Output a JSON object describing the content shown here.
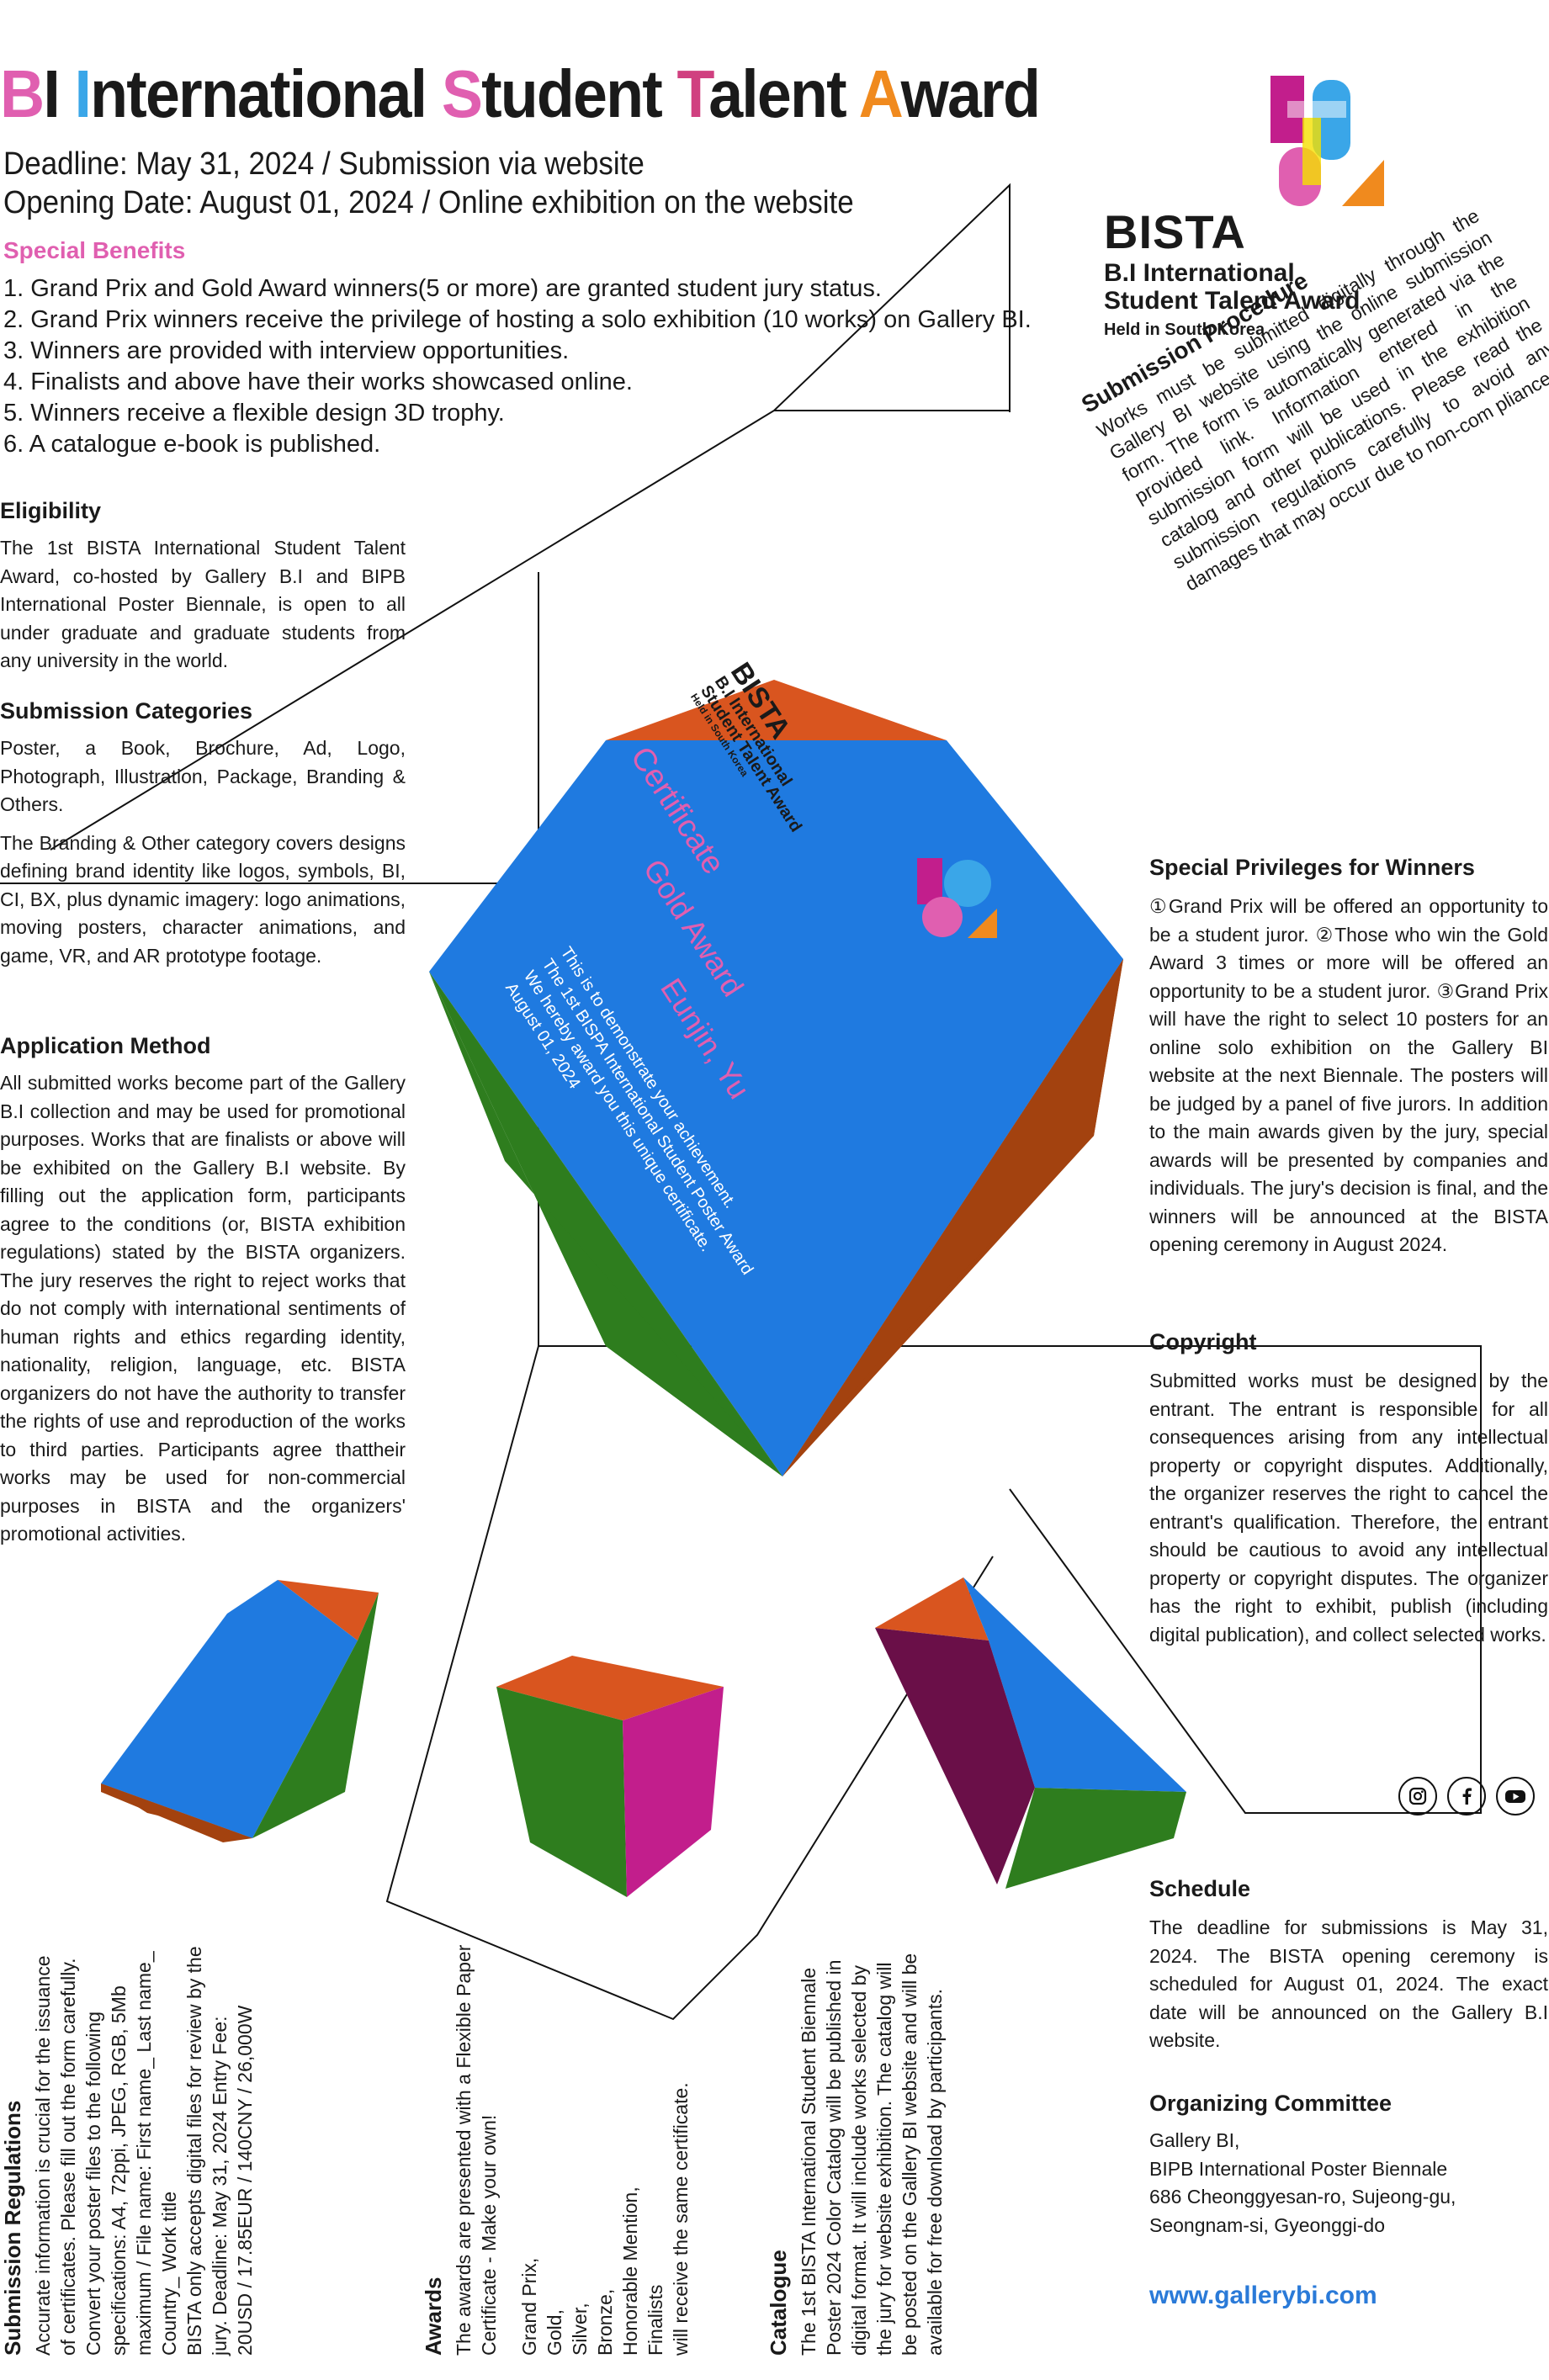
{
  "header": {
    "title_parts": [
      "B",
      "I ",
      "I",
      "nternational ",
      "S",
      "tudent ",
      "T",
      "alent ",
      "A",
      "ward"
    ],
    "deadline": "Deadline: May 31, 2024 / Submission via website",
    "opening": "Opening Date: August 01, 2024 / Online exhibition on the website"
  },
  "colors": {
    "blue": "#1f7ae0",
    "orange": "#d9551f",
    "green": "#2e7d1e",
    "magenta": "#c21e8c",
    "pink": "#e05fb0",
    "cyan": "#3aa6e8",
    "orange_letter": "#f08a1e",
    "link": "#2a7ad8"
  },
  "logo": {
    "name": "BISTA",
    "line1": "B.I International",
    "line2": "Student Talent Award",
    "line3": "Held in South Korea",
    "mark_letters": [
      "B",
      "I",
      "S",
      "T",
      "A"
    ]
  },
  "benefits": {
    "heading": "Special Benefits",
    "items": [
      "1. Grand Prix and Gold Award winners(5 or more) are granted student jury status.",
      "2. Grand Prix winners receive the privilege of hosting a solo exhibition (10 works) on Gallery BI.",
      "3. Winners are provided with interview opportunities.",
      "4. Finalists and above have their works showcased online.",
      "5. Winners receive a flexible design 3D trophy.",
      "6. A catalogue e-book is published."
    ]
  },
  "eligibility": {
    "heading": "Eligibility",
    "text": "The 1st BISTA International Student Talent Award, co-hosted by Gallery B.I and BIPB International Poster Biennale, is open to all under graduate and graduate students from any university in the world."
  },
  "categories": {
    "heading": "Submission Categories",
    "text1": "Poster, a Book, Brochure, Ad, Logo, Photograph, Illustration, Package, Branding & Others.",
    "text2": "The Branding & Other category covers designs defining brand identity like logos, symbols, BI, CI, BX, plus dynamic imagery: logo animations, moving posters, character animations, and game, VR, and AR prototype footage."
  },
  "application": {
    "heading": "Application Method",
    "text": "All submitted works become part of the Gallery B.I collection and may be used for promotional purposes. Works that are finalists or above will be exhibited on the Gallery B.I website. By filling out the application form, participants agree to the conditions (or, BISTA exhibition regulations) stated by the BISTA organizers. The jury reserves the right to reject works that do not comply with international sentiments of human rights and ethics regarding identity, nationality, religion, language, etc. BISTA organizers do not have the authority to transfer the rights of use and reproduction of the works to third parties. Participants agree thattheir works may be used for non-commercial purposes in BISTA and the organizers' promotional activities."
  },
  "procedure": {
    "heading": "Submission Procedure",
    "text": "Works must be submitted digitally through the Gallery BI website using the online submission form. The form is automatically generated via the provided link. Information entered in the submission form will be used in the exhibition catalog and other publications. Please read the submission regulations carefully to avoid any damages that may occur due to non-com pliance."
  },
  "certificate": {
    "title": "Certificate",
    "award": "Gold Award",
    "name": "Eunjin, Yu",
    "line1": "This is to demonstrate your achievement.",
    "line2": "The 1st BISPA International Student Poster Award",
    "line3": "We hereby award you this unique certificate.",
    "date": "August 01, 2024"
  },
  "privileges": {
    "heading": "Special Privileges for Winners",
    "text": "①Grand Prix will be offered an opportunity to be a student juror. ②Those who win the Gold Award 3 times or more will be offered an opportunity to be a student juror. ③Grand Prix will have the right to select 10 posters for an online solo exhibition on the Gallery BI website at the next Biennale. The posters will be judged by a panel of five jurors. In addition to the main awards given by the jury, special awards will be presented by companies and individuals. The jury's decision is final, and the winners will be announced at the BISTA opening ceremony in August 2024."
  },
  "copyright": {
    "heading": "Copyright",
    "text": "Submitted works must be designed by the entrant. The entrant is responsible for all consequences arising from any intellectual property or copyright disputes. Additionally, the organizer reserves the right to cancel the entrant's qualification. Therefore, the entrant should be cautious to avoid any intellectual property or copyright disputes. The organizer has the right to exhibit, publish (including digital publication), and collect selected works."
  },
  "social": [
    "instagram-icon",
    "facebook-icon",
    "youtube-icon"
  ],
  "schedule": {
    "heading": "Schedule",
    "text": "The deadline for submissions is May 31, 2024. The BISTA opening ceremony is scheduled for August 01, 2024. The exact date will be announced on the Gallery B.I website."
  },
  "committee": {
    "heading": "Organizing Committee",
    "lines": [
      "Gallery BI,",
      "BIPB International Poster Biennale",
      "686 Cheonggyesan-ro, Sujeong-gu,",
      "Seongnam-si, Gyeonggi-do"
    ]
  },
  "url": "www.gallerybi.com",
  "regulations": {
    "heading": "Submission Regulations",
    "text": "Accurate information is crucial for the issuance of certificates. Please fill out the form carefully. Convert your poster files to the following specifications: A4, 72ppi, JPEG, RGB, 5Mb maximum / File name: First name_ Last name_ Country_ Work title",
    "text2": "BISTA only accepts digital files for review by the jury. Deadline: May 31, 2024 Entry Fee:",
    "fee": "20USD / 17.85EUR / 140CNY / 26,000W"
  },
  "awards": {
    "heading": "Awards",
    "text": "The awards are presented with a Flexible Paper Certificate - Make your own!",
    "list": [
      "Grand Prix,",
      "Gold,",
      "Silver,",
      "Bronze,",
      "Honorable Mention,",
      "Finalists"
    ],
    "note": "will receive the same certificate."
  },
  "catalogue": {
    "heading": "Catalogue",
    "text": "The 1st BISTA International Student Biennale Poster 2024 Color Catalog will be published in digital format. It will include works selected by the jury for website exhibition. The catalog will be posted on the Gallery BI website and will be available for free download by participants."
  }
}
